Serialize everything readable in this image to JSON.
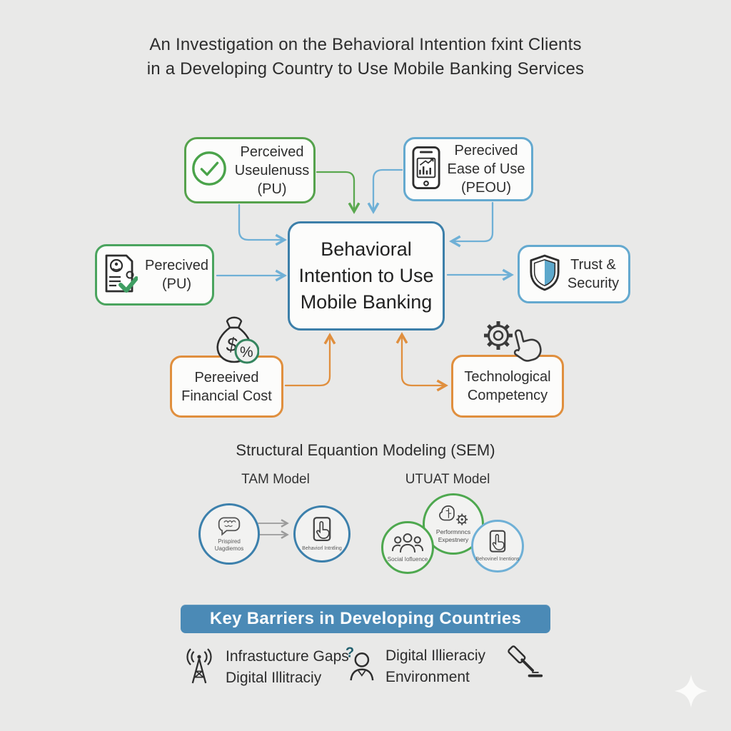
{
  "title": {
    "line1": "An Investigation on the Behavioral Intention fxint Clients",
    "line2": "in a Developing Country to Use Mobile Banking Services"
  },
  "model": {
    "perceived_usefulness": {
      "line1": "Perceived",
      "line2": "Useulenuss",
      "line3": "(PU)",
      "icon": "check-circle"
    },
    "perceived_ease_of_use": {
      "line1": "Perecived",
      "line2": "Ease of Use",
      "line3": "(PEOU)",
      "icon": "phone-chart"
    },
    "central": {
      "line1": "Behavioral",
      "line2": "Intention to Use",
      "line3": "Mobile Banking"
    },
    "perceived_pu": {
      "line1": "Perecived",
      "line2": "(PU)",
      "icon": "document-check"
    },
    "trust_security": {
      "line1": "Trust &",
      "line2": "Security",
      "icon": "shield"
    },
    "financial_cost": {
      "line1": "Pereeived",
      "line2": "Financial Cost",
      "icon": "money-bag"
    },
    "tech_competency": {
      "line1": "Technological",
      "line2": "Competency",
      "icon": "gear-hand"
    }
  },
  "icon_glyphs": {
    "dollar": "$",
    "percent": "%",
    "question": "?"
  },
  "sem": {
    "heading": "Structural Equantion Modeling (SEM)",
    "tam": {
      "label": "TAM Model",
      "node1": {
        "line1": "Prispired",
        "line2": "Uagdiemos"
      },
      "node2": {
        "line1": "Behaviorl Intntling"
      }
    },
    "utaut": {
      "label": "UTUAT Model",
      "node_top": {
        "line1": "Performnncs",
        "line2": "Expestnery"
      },
      "node_left": {
        "line1": "Social Iofluence"
      },
      "node_right": {
        "line1": "Behovinel Inentions"
      }
    }
  },
  "barriers": {
    "banner": "Key Barriers in Developing Countries",
    "items": [
      {
        "line1": "Infrastucture Gaps",
        "line2": "Digital Illitraciy",
        "icon": "radio-tower"
      },
      {
        "line1": "Digital Illieraciy",
        "line2": "Environment",
        "icon": "person-question"
      },
      {
        "icon": "gavel"
      }
    ]
  },
  "colors": {
    "background": "#e9e9e8",
    "green": "#55a24c",
    "teal_green": "#4aa45e",
    "light_blue": "#64a9cf",
    "dark_blue": "#3c7fa9",
    "orange": "#e08f3e",
    "banner_blue": "#4b8ab6",
    "gray_arrow": "#9a9a9a",
    "shield_fill": "#5da8cc"
  }
}
